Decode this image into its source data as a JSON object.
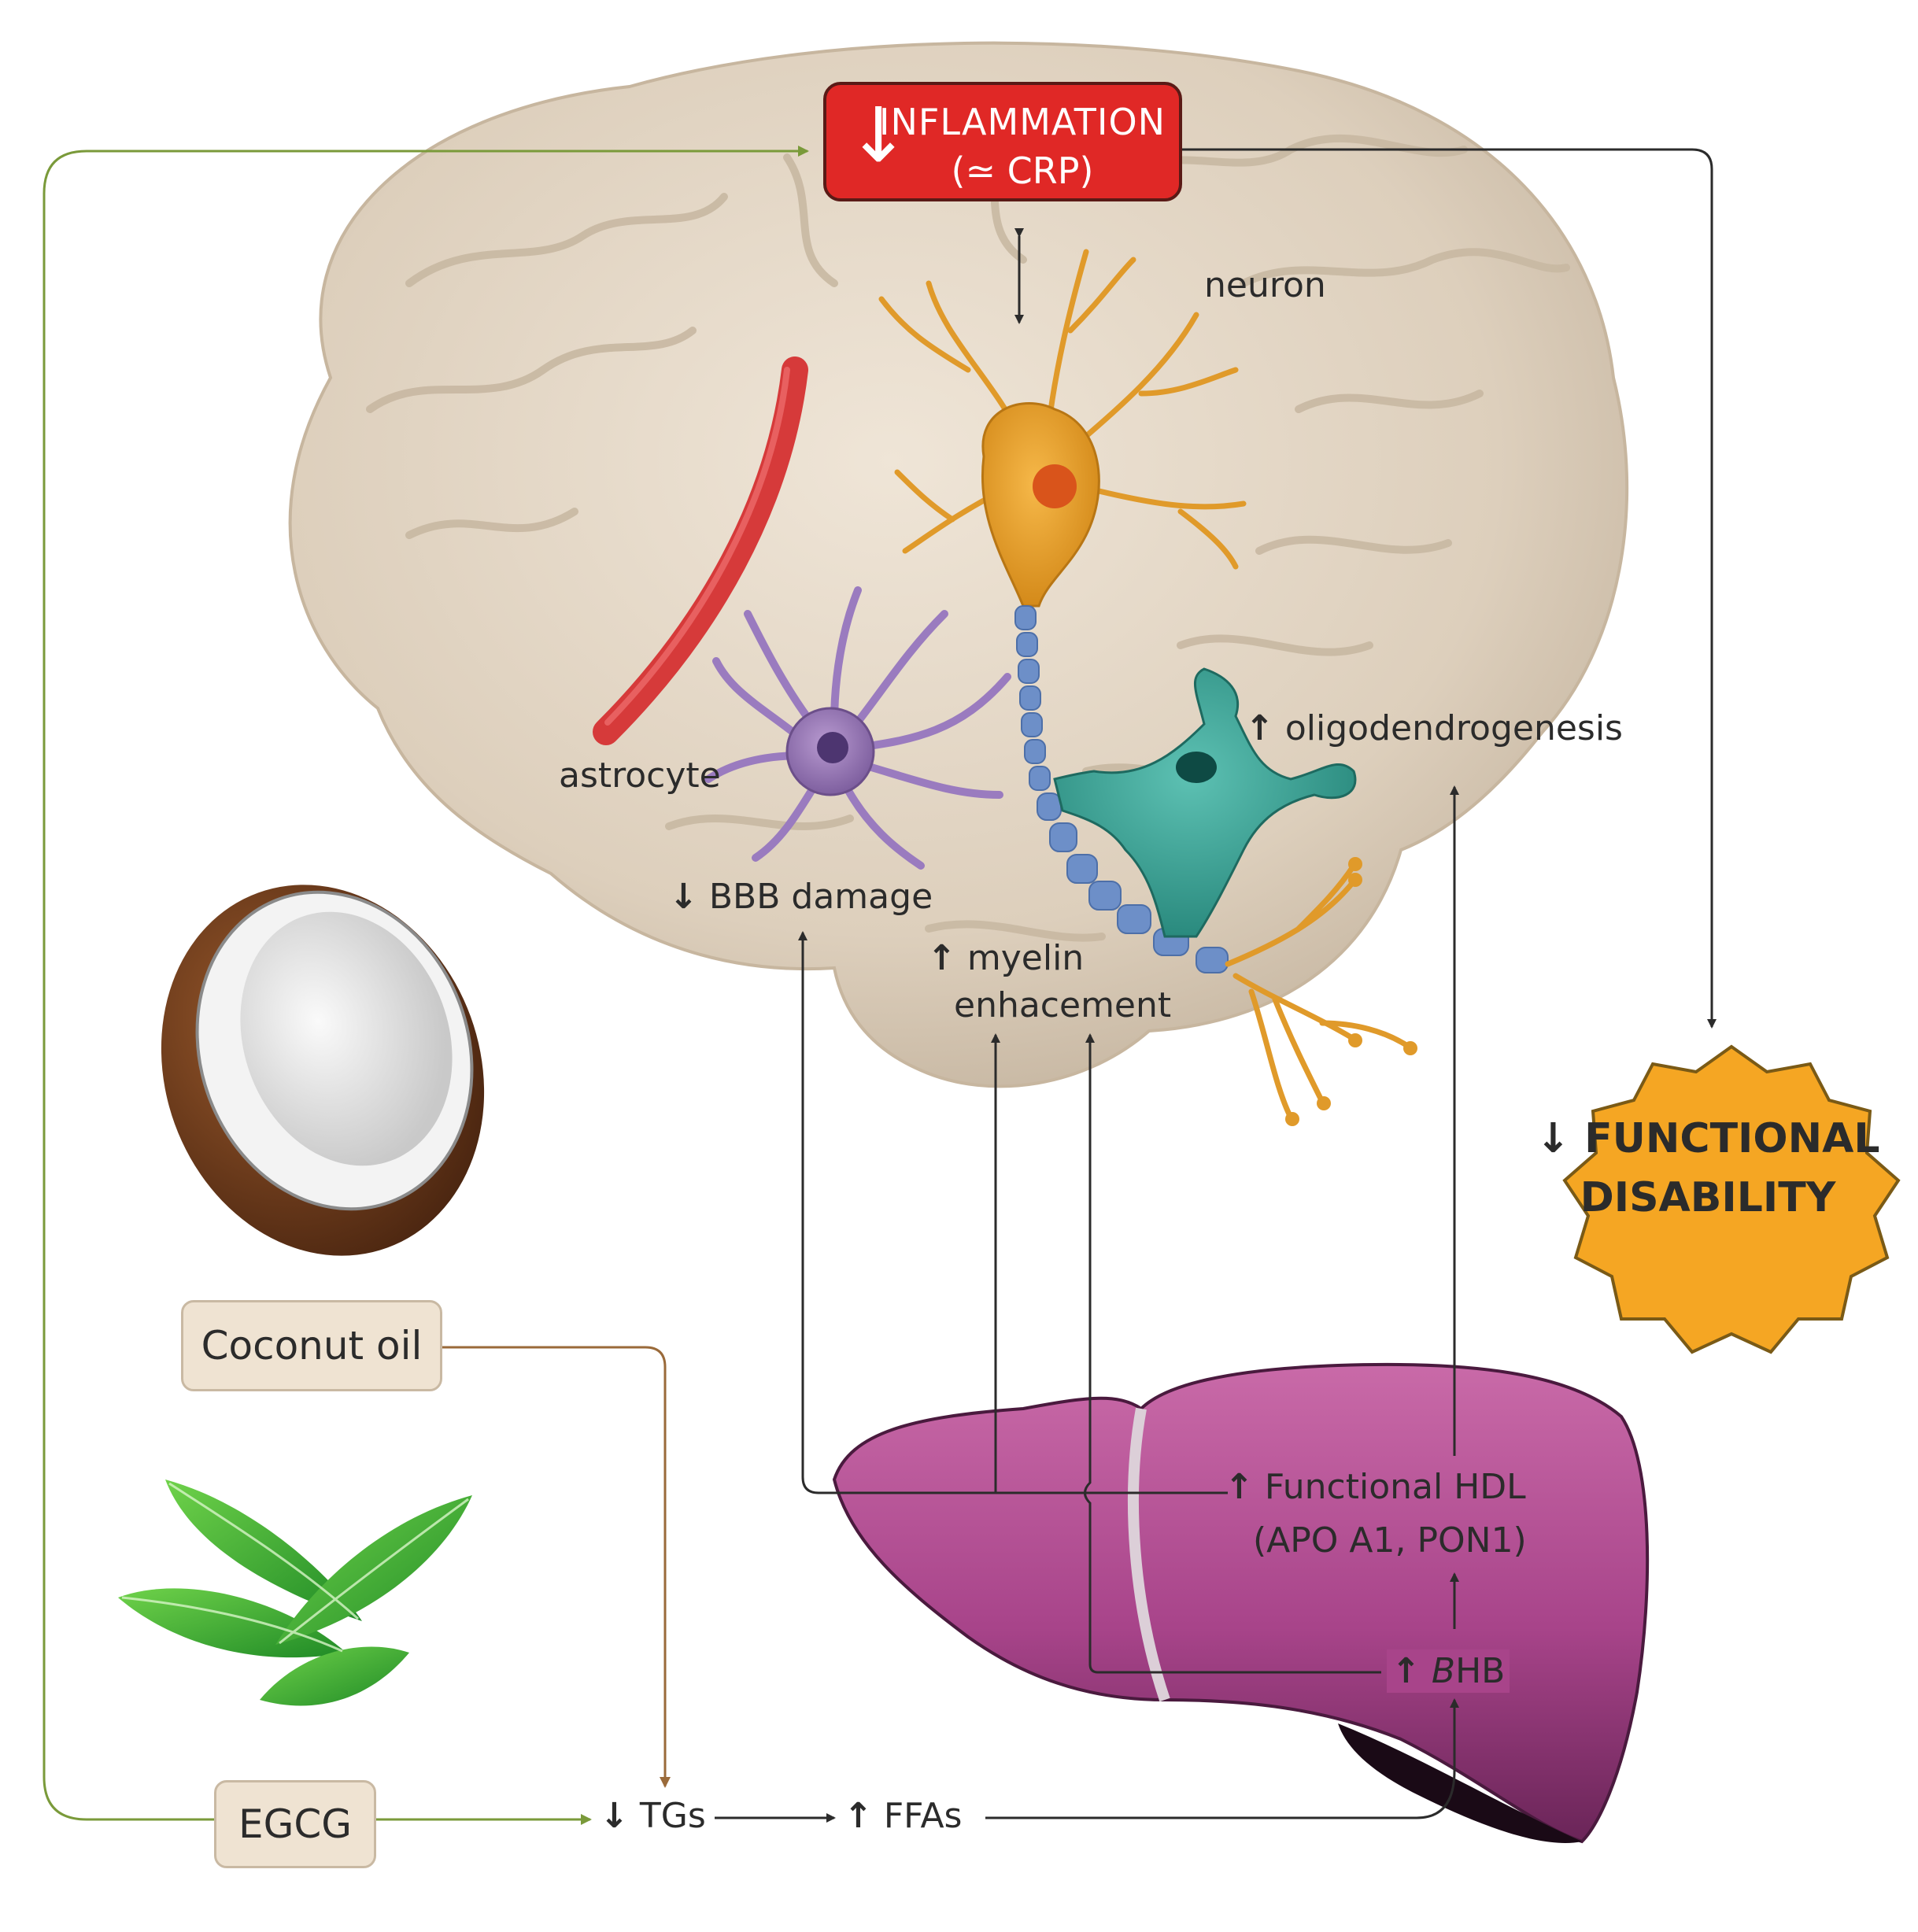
{
  "inflammation": {
    "arrow": "↓",
    "title": "INFLAMMATION",
    "subtitle": "(≃ CRP)"
  },
  "labels": {
    "neuron": "neuron",
    "astrocyte": "astrocyte",
    "oligodendrogenesis": "oligodendrogenesis",
    "bbb_damage": "BBB damage",
    "myelin_line1": "myelin",
    "myelin_line2": "enhacement",
    "functional_hdl": "Functional HDL",
    "hdl_components": "(APO A1, PON1)",
    "bhb_prefix": "B",
    "bhb_suffix": "HB",
    "tgs": "TGs",
    "ffas": "FFAs"
  },
  "arrows": {
    "up": "↑",
    "down": "↓"
  },
  "boxes": {
    "coconut_oil": "Coconut oil",
    "egcg": "EGCG"
  },
  "functional_disability": {
    "line1": "FUNCTIONAL",
    "line2": "DISABILITY"
  },
  "colors": {
    "inflammation_red": "#e02826",
    "badge_orange": "#f5a623",
    "egcg_line": "#7a9a3a",
    "coconut_line": "#9a6a3a",
    "liver": "#b0508f",
    "brain": "#e2d5c3"
  }
}
